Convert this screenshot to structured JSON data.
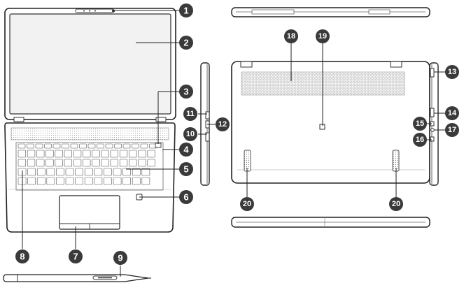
{
  "diagram": {
    "callouts": [
      {
        "id": "1"
      },
      {
        "id": "2"
      },
      {
        "id": "3"
      },
      {
        "id": "4"
      },
      {
        "id": "5"
      },
      {
        "id": "6"
      },
      {
        "id": "7"
      },
      {
        "id": "8"
      },
      {
        "id": "9"
      },
      {
        "id": "10"
      },
      {
        "id": "11"
      },
      {
        "id": "12"
      },
      {
        "id": "13"
      },
      {
        "id": "14"
      },
      {
        "id": "15"
      },
      {
        "id": "16"
      },
      {
        "id": "17"
      },
      {
        "id": "18"
      },
      {
        "id": "19"
      },
      {
        "id": "20a"
      },
      {
        "id": "20b"
      }
    ],
    "labels": {
      "c1": "1",
      "c2": "2",
      "c3": "3",
      "c4": "4",
      "c5": "5",
      "c6": "6",
      "c7": "7",
      "c8": "8",
      "c9": "9",
      "c10": "10",
      "c11": "11",
      "c12": "12",
      "c13": "13",
      "c14": "14",
      "c15": "15",
      "c16": "16",
      "c17": "17",
      "c18": "18",
      "c19": "19",
      "c20a": "20",
      "c20b": "20"
    },
    "colors": {
      "badge": "#3a3a3a",
      "line": "#222222",
      "screen": "#f2f2f2",
      "vent": "#8a8a8a"
    }
  }
}
